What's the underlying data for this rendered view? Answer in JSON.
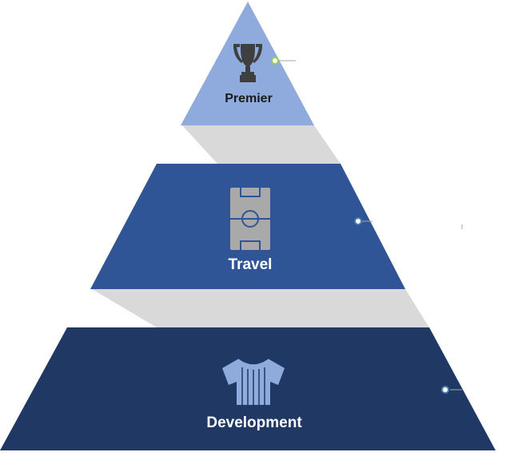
{
  "diagram": {
    "tiers": [
      {
        "label": "Premier",
        "icon": "trophy-icon",
        "color": "#8FAADC",
        "label_color": "#1A1A1A",
        "icon_color": "#3F3F3F"
      },
      {
        "label": "Travel",
        "icon": "soccer-field-icon",
        "color": "#2F5597",
        "label_color": "#FFFFFF",
        "icon_color": "#A9A9A9"
      },
      {
        "label": "Development",
        "icon": "jersey-icon",
        "color": "#203864",
        "label_color": "#FFFFFF",
        "icon_color": "#8FAADC"
      }
    ],
    "connector_color": "#D9D9D9",
    "marker_dot_border_premier": "#92D050",
    "marker_dot_border_other": "#4A7FB0",
    "leader_line_color": "#A6A6A6"
  }
}
